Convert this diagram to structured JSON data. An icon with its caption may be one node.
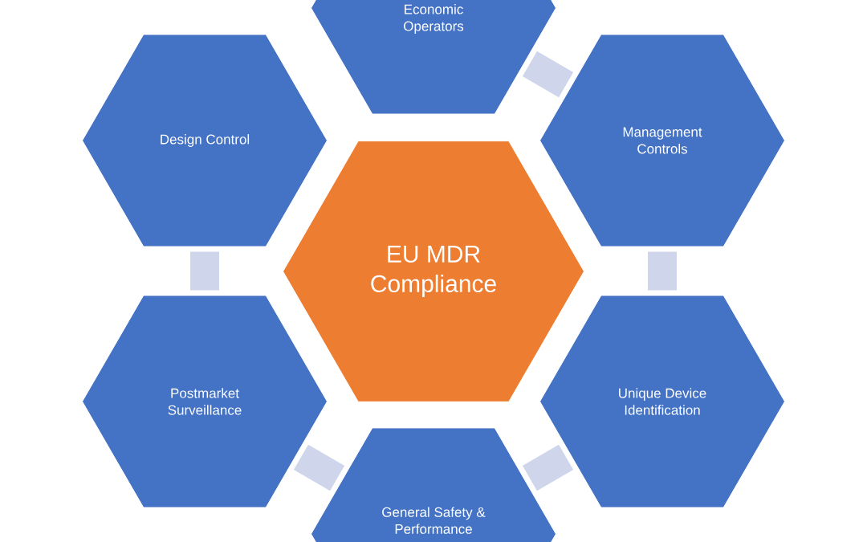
{
  "diagram": {
    "nodes": [
      {
        "text": [
          "Economic Operators"
        ]
      },
      {
        "text": [
          "Design Control"
        ]
      },
      {
        "text": [
          "Management Controls"
        ]
      },
      {
        "text": [
          "EU MDR Compliance"
        ]
      },
      {
        "text": [
          "Postmarket Surveillance"
        ]
      },
      {
        "text": [
          "Unique Device Identification"
        ]
      },
      {
        "text": [
          "General Safety & Performance"
        ]
      }
    ],
    "edges": [
      {
        "from": 0,
        "to": 2,
        "arrow": "none"
      },
      {
        "from": 2,
        "to": 5,
        "arrow": "none"
      },
      {
        "from": 5,
        "to": 6,
        "arrow": "none"
      },
      {
        "from": 6,
        "to": 4,
        "arrow": "none"
      },
      {
        "from": 4,
        "to": 1,
        "arrow": "none"
      }
    ]
  }
}
